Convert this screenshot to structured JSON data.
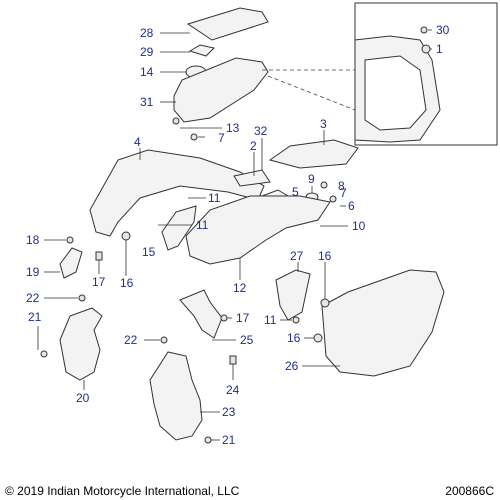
{
  "footer": {
    "copyright": "© 2019 Indian Motorcycle International, LLC",
    "figure_id": "200866C"
  },
  "callouts": {
    "c1": "1",
    "c2": "2",
    "c3": "3",
    "c4": "4",
    "c5": "5",
    "c6": "6",
    "c7a": "7",
    "c7b": "7",
    "c8": "8",
    "c9": "9",
    "c10": "10",
    "c11a": "11",
    "c11b": "11",
    "c11c": "11",
    "c12": "12",
    "c13": "13",
    "c14": "14",
    "c15": "15",
    "c16a": "16",
    "c16b": "16",
    "c16c": "16",
    "c17a": "17",
    "c17b": "17",
    "c18": "18",
    "c19": "19",
    "c20": "20",
    "c21a": "21",
    "c21b": "21",
    "c22a": "22",
    "c22b": "22",
    "c23": "23",
    "c24": "24",
    "c25": "25",
    "c26": "26",
    "c27": "27",
    "c28": "28",
    "c29": "29",
    "c30": "30",
    "c31": "31",
    "c32": "32"
  },
  "colors": {
    "callout": "#1f2f8f",
    "line": "#333333",
    "part_fill": "#f2f2f2"
  }
}
